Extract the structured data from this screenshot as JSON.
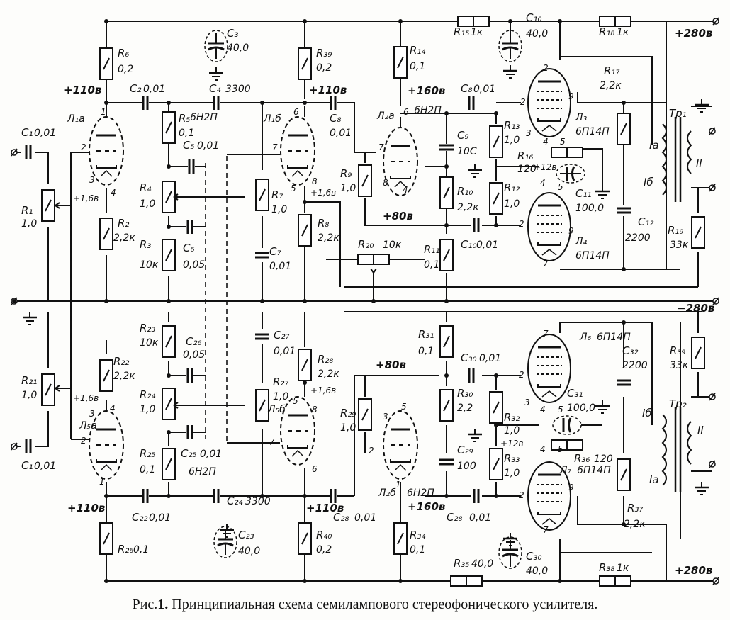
{
  "caption": {
    "prefix": "Рис.",
    "number": "1.",
    "text": "Принципиальная схема семилампового стереофонического усилителя."
  },
  "rails": {
    "plus280_top": "+280в",
    "minus280": "−280в",
    "plus280_bottom": "+280в",
    "plus110_l1a": "+110в",
    "plus110_l1b": "+110в",
    "plus160_l2a": "+160в",
    "plus80_l2a": "+80в",
    "plus110_l5a": "+110в",
    "plus110_l5b": "+110в",
    "plus80_l2b": "+80в",
    "plus160_l2b": "+160в",
    "v16_1": "+1,6в",
    "v16_2": "+1,6в",
    "v16_3": "+1,6в",
    "v16_4": "+1,6в",
    "v12_1": "+12в",
    "v12_2": "+12в"
  },
  "components": [
    {
      "id": "c1-top",
      "label": "C₁",
      "value": "0,01"
    },
    {
      "id": "r1",
      "label": "R₁",
      "value": "1,0"
    },
    {
      "id": "r6",
      "label": "R₆",
      "value": "0,2"
    },
    {
      "id": "r2",
      "label": "R₂",
      "value": "2,2к"
    },
    {
      "id": "c2",
      "label": "C₂",
      "value": "0,01"
    },
    {
      "id": "c4",
      "label": "C₄",
      "value": "3300"
    },
    {
      "id": "r5",
      "label": "R₅",
      "value": "0,1"
    },
    {
      "id": "c5",
      "label": "C₅",
      "value": "0,01"
    },
    {
      "id": "r4",
      "label": "R₄",
      "value": "1,0"
    },
    {
      "id": "r3",
      "label": "R₃",
      "value": "10к"
    },
    {
      "id": "c6",
      "label": "C₆",
      "value": "0,05"
    },
    {
      "id": "r7",
      "label": "R₇",
      "value": "1,0"
    },
    {
      "id": "c7",
      "label": "C₇",
      "value": "0,01"
    },
    {
      "id": "c3",
      "label": "C₃",
      "value": "40,0"
    },
    {
      "id": "r39-top",
      "label": "R₃₉",
      "value": "0,2"
    },
    {
      "id": "c8-top",
      "label": "C₈",
      "value": "0,01"
    },
    {
      "id": "r8",
      "label": "R₈",
      "value": "2,2к"
    },
    {
      "id": "r20",
      "label": "R₂₀",
      "value": "10к"
    },
    {
      "id": "r14",
      "label": "R₁₄",
      "value": "0,1"
    },
    {
      "id": "r9",
      "label": "R₉",
      "value": "1,0"
    },
    {
      "id": "c9",
      "label": "C₉",
      "value": "10С"
    },
    {
      "id": "r10",
      "label": "R₁₀",
      "value": "2,2к"
    },
    {
      "id": "r11",
      "label": "R₁₁",
      "value": "0,1"
    },
    {
      "id": "c8-mid",
      "label": "C₈",
      "value": "0,01"
    },
    {
      "id": "c10-bot",
      "label": "C₁₀",
      "value": "0,01"
    },
    {
      "id": "r15",
      "label": "R₁₅",
      "value": "1к"
    },
    {
      "id": "c10-top",
      "label": "C₁₀",
      "value": "40,0"
    },
    {
      "id": "r18",
      "label": "R₁₈",
      "value": "1к"
    },
    {
      "id": "r17",
      "label": "R₁₇",
      "value": "2,2к"
    },
    {
      "id": "r13",
      "label": "R₁₃",
      "value": "1,0"
    },
    {
      "id": "r16",
      "label": "R₁₆",
      "value": "120"
    },
    {
      "id": "r12",
      "label": "R₁₂",
      "value": "1,0"
    },
    {
      "id": "c11",
      "label": "C₁₁",
      "value": "100,0"
    },
    {
      "id": "c12",
      "label": "C₁₂",
      "value": "2200"
    },
    {
      "id": "r19",
      "label": "R₁₉",
      "value": "33к"
    },
    {
      "id": "r21",
      "label": "R₂₁",
      "value": "1,0"
    },
    {
      "id": "c1-bot",
      "label": "C₁",
      "value": "0,01"
    },
    {
      "id": "r22",
      "label": "R₂₂",
      "value": "2,2к"
    },
    {
      "id": "r23",
      "label": "R₂₃",
      "value": "10к"
    },
    {
      "id": "c26",
      "label": "C₂₆",
      "value": "0,05"
    },
    {
      "id": "r24",
      "label": "R₂₄",
      "value": "1,0"
    },
    {
      "id": "r25",
      "label": "R₂₅",
      "value": "0,1"
    },
    {
      "id": "c25",
      "label": "C₂₅",
      "value": "0,01"
    },
    {
      "id": "r26",
      "label": "R₂₆",
      "value": "0,1"
    },
    {
      "id": "c22",
      "label": "C₂₂",
      "value": "0,01"
    },
    {
      "id": "c24",
      "label": "C₂₄",
      "value": "3300"
    },
    {
      "id": "c23",
      "label": "C₂₃",
      "value": "40,0"
    },
    {
      "id": "c27",
      "label": "C₂₇",
      "value": "0,01"
    },
    {
      "id": "r27",
      "label": "R₂₇",
      "value": "1,0"
    },
    {
      "id": "r28",
      "label": "R₂₈",
      "value": "2,2к"
    },
    {
      "id": "r40",
      "label": "R₄₀",
      "value": "0,2"
    },
    {
      "id": "c28-left",
      "label": "C₂₈",
      "value": "0,01"
    },
    {
      "id": "r31",
      "label": "R₃₁",
      "value": "0,1"
    },
    {
      "id": "c30-mid",
      "label": "C₃₀",
      "value": "0,01"
    },
    {
      "id": "r29",
      "label": "R₂₉",
      "value": "1,0"
    },
    {
      "id": "r30",
      "label": "R₃₀",
      "value": "2,2"
    },
    {
      "id": "c29",
      "label": "C₂₉",
      "value": "100"
    },
    {
      "id": "r32",
      "label": "R₃₂",
      "value": "1,0"
    },
    {
      "id": "r33",
      "label": "R₃₃",
      "value": "1,0"
    },
    {
      "id": "c28-right",
      "label": "C₂₈",
      "value": "0,01"
    },
    {
      "id": "r34",
      "label": "R₃₄",
      "value": "0,1"
    },
    {
      "id": "r35",
      "label": "R₃₅",
      "value": "40,0"
    },
    {
      "id": "c30-bot",
      "label": "C₃₀",
      "value": "40,0"
    },
    {
      "id": "r38",
      "label": "R₃₈",
      "value": "1к"
    },
    {
      "id": "c32",
      "label": "C₃₂",
      "value": "2200"
    },
    {
      "id": "c31",
      "label": "C₃₁",
      "value": "100,0"
    },
    {
      "id": "r36",
      "label": "R₃₆",
      "value": "120"
    },
    {
      "id": "r37",
      "label": "R₃₇",
      "value": "2,2к"
    },
    {
      "id": "r39-bot",
      "label": "R₃₉",
      "value": "33к"
    }
  ],
  "tubes": {
    "l1a": "Л₁а",
    "l1b": "Л₁б",
    "l2a": "Л₂а",
    "l2b": "Л₂б",
    "l3": "Л₃",
    "l4": "Л₄",
    "l5a": "Л₅а",
    "l5b": "Л₅б",
    "l6": "Л₆",
    "l7": "Л₇",
    "type_6n2p_1": "6Н2П",
    "type_6n2p_2": "6Н2П",
    "type_6n2p_3": "6Н2П",
    "type_6n2p_4": "6Н2П",
    "type_6p14p_l3": "6П14П",
    "type_6p14p_l4": "6П14П",
    "type_6p14p_l6": "6П14П",
    "type_6p14p_l7": "6П14П"
  },
  "transformers": {
    "tr1": "Тр₁",
    "tr2": "Тр₂",
    "secondary_1": "II",
    "secondary_2": "II",
    "ia_1": "Iа",
    "ib_1": "Iб",
    "ia_2": "Iа",
    "ib_2": "Iб"
  },
  "pins": {
    "l1a_1": "1",
    "l1a_2": "2",
    "l1a_3": "3",
    "l1a_4": "4",
    "l1b_6": "6",
    "l1b_7": "7",
    "l1b_8": "8",
    "l1b_5": "5",
    "l2a_6": "6",
    "l2a_7": "7",
    "l2a_8": "8",
    "l2a_4": "4",
    "l3_2": "2",
    "l3_9": "9",
    "l3_3": "3",
    "l3_4": "4",
    "l3_5": "5",
    "l4_4": "4",
    "l4_5": "5",
    "l4_2": "2",
    "l4_9": "9",
    "l4_7": "7",
    "l5a_3": "3",
    "l5a_4": "4",
    "l5a_2": "2",
    "l5a_1": "1",
    "l5b_5": "5",
    "l5b_8": "8",
    "l5b_7": "7",
    "l5b_6": "6",
    "l2b_3": "3",
    "l2b_5": "5",
    "l2b_2": "2",
    "l2b_1": "1",
    "l6_7": "7",
    "l6_2": "2",
    "l6_3": "3",
    "l6_4": "4",
    "l6_5": "5",
    "l7_4": "4",
    "l7_5": "5",
    "l7_9": "9",
    "l7_7": "7"
  }
}
